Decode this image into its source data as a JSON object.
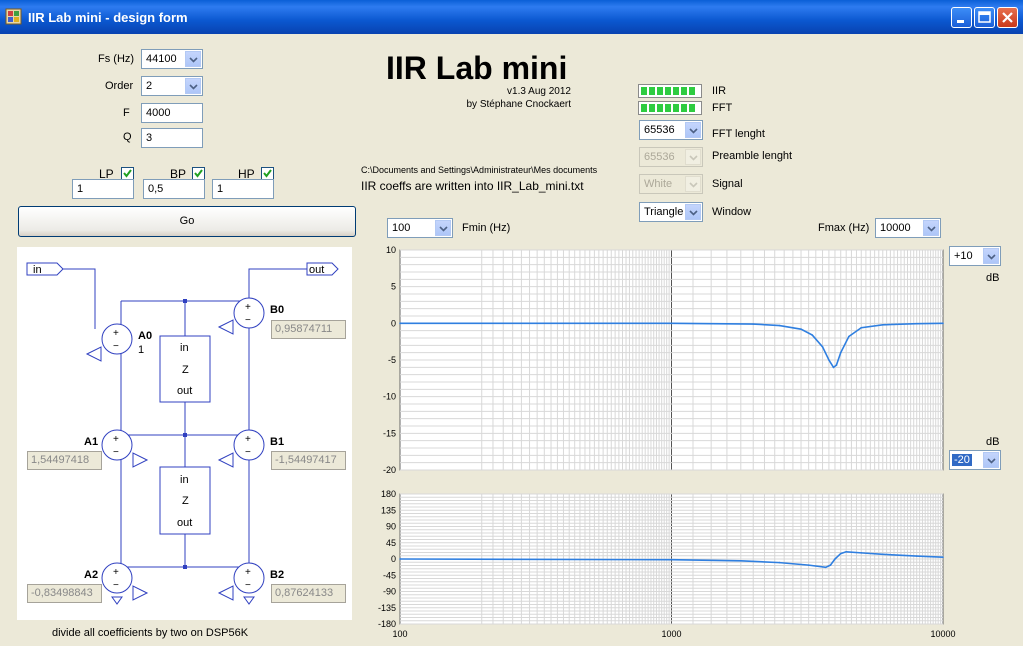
{
  "window": {
    "title": "IIR Lab mini - design form"
  },
  "params": {
    "fs_label": "Fs (Hz)",
    "fs_value": "44100",
    "order_label": "Order",
    "order_value": "2",
    "f_label": "F",
    "f_value": "4000",
    "q_label": "Q",
    "q_value": "3"
  },
  "filters": {
    "lp_label": "LP",
    "lp_value": "1",
    "lp_checked": true,
    "bp_label": "BP",
    "bp_value": "0,5",
    "bp_checked": true,
    "hp_label": "HP",
    "hp_value": "1",
    "hp_checked": true
  },
  "go_label": "Go",
  "header": {
    "title": "IIR Lab mini",
    "version": "v1.3 Aug 2012",
    "author": "by Stéphane Cnockaert",
    "path": "C:\\Documents and Settings\\Administrateur\\Mes documents",
    "coeffs_msg": "IIR coeffs are written into IIR_Lab_mini.txt"
  },
  "right_panel": {
    "iir_label": "IIR",
    "fft_label": "FFT",
    "fft_length_value": "65536",
    "fft_length_label": "FFT lenght",
    "preamble_value": "65536",
    "preamble_label": "Preamble lenght",
    "signal_value": "White",
    "signal_label": "Signal",
    "window_value": "Triangle",
    "window_label": "Window"
  },
  "freq_controls": {
    "fmin_value": "100",
    "fmin_label": "Fmin (Hz)",
    "fmax_label": "Fmax (Hz)",
    "fmax_value": "10000"
  },
  "db_controls": {
    "top_value": "+10",
    "top_unit": "dB",
    "bottom_unit": "dB",
    "bottom_value": "-20"
  },
  "schematic": {
    "in_label": "in",
    "out_label": "out",
    "a0_label": "A0",
    "a0_value": "1",
    "a1_label": "A1",
    "a1_value": "1,54497418",
    "a2_label": "A2",
    "a2_value": "-0,83498843",
    "b0_label": "B0",
    "b0_value": "0,95874711",
    "b1_label": "B1",
    "b1_value": "-1,54497417",
    "b2_label": "B2",
    "b2_value": "0,87624133",
    "delay_in": "in",
    "delay_z": "Z",
    "delay_out": "out",
    "note": "divide all coefficients by two on DSP56K"
  },
  "chart_data": [
    {
      "type": "line",
      "title": "",
      "xscale": "log",
      "xlim": [
        100,
        10000
      ],
      "ylim": [
        -20,
        10
      ],
      "yticks": [
        10,
        5,
        0,
        -5,
        -10,
        -15,
        -20
      ],
      "grid": true,
      "color": "#2F7FE0",
      "x": [
        100,
        500,
        1000,
        2000,
        2500,
        3000,
        3300,
        3600,
        3800,
        3950,
        4050,
        4200,
        4500,
        5000,
        6000,
        8000,
        10000
      ],
      "y": [
        0,
        0,
        0,
        -0.1,
        -0.3,
        -0.8,
        -1.6,
        -3.2,
        -5.0,
        -6.0,
        -5.7,
        -4.0,
        -1.8,
        -0.6,
        -0.2,
        -0.05,
        0
      ]
    },
    {
      "type": "line",
      "title": "",
      "xscale": "log",
      "xlim": [
        100,
        10000
      ],
      "ylim": [
        -180,
        180
      ],
      "yticks": [
        180,
        135,
        90,
        45,
        0,
        -45,
        -90,
        -135,
        -180
      ],
      "xticks": [
        100,
        1000,
        10000
      ],
      "grid": true,
      "color": "#2F7FE0",
      "x": [
        100,
        1000,
        1800,
        2500,
        3200,
        3700,
        3850,
        4000,
        4200,
        4400,
        5000,
        6000,
        8000,
        10000
      ],
      "y": [
        0,
        -2,
        -5,
        -10,
        -17,
        -23,
        -17,
        0,
        15,
        20,
        17,
        13,
        8,
        5
      ]
    }
  ]
}
